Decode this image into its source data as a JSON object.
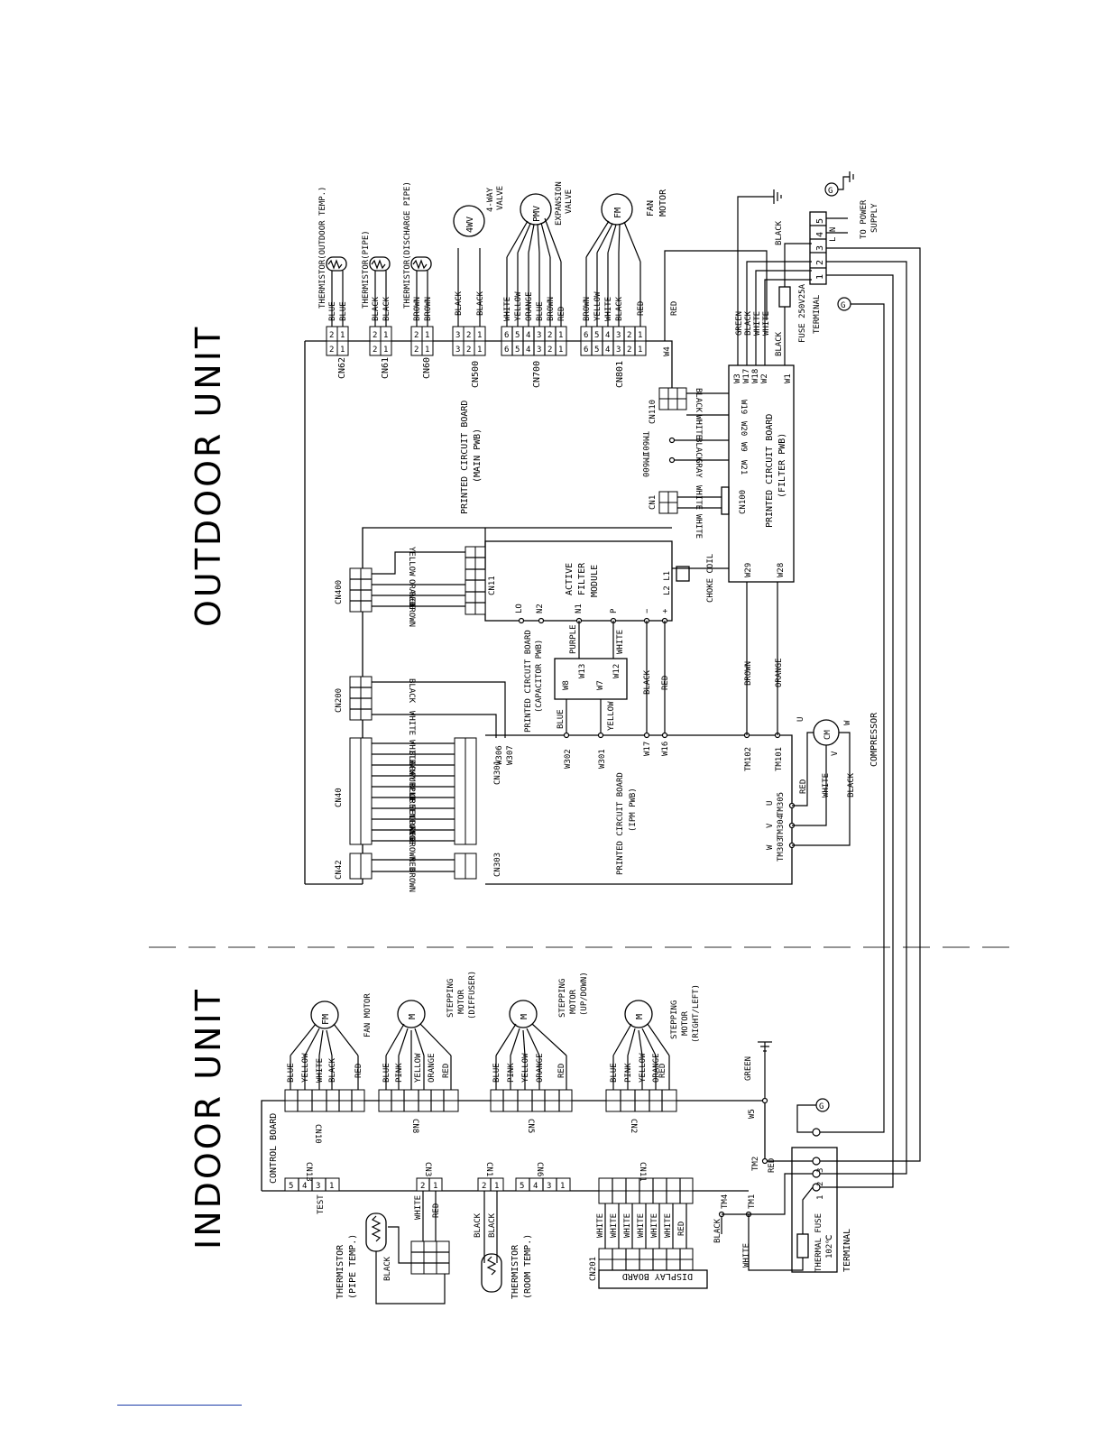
{
  "titles": {
    "outdoor": "OUTDOOR UNIT",
    "indoor": "INDOOR UNIT"
  },
  "boards": {
    "main_a": "PRINTED CIRCUIT BOARD",
    "main_b": "(MAIN PWB)",
    "filter_a": "PRINTED CIRCUIT BOARD",
    "filter_b": "(FILTER PWB)",
    "capacitor_a": "PRINTED CIRCUIT BOARD",
    "capacitor_b": "(CAPACITOR PWB)",
    "ipm_a": "PRINTED CIRCUIT BOARD",
    "ipm_b": "(IPM PWB)",
    "afm_a": "ACTIVE",
    "afm_b": "FILTER",
    "afm_c": "MODULE",
    "control": "CONTROL BOARD",
    "display": "DISPLAY BOARD"
  },
  "components": {
    "th_outdoor": "THERMISTOR(OUTDOOR TEMP.)",
    "th_pipe": "THERMISTOR(PIPE)",
    "th_discharge": "THERMISTOR(DISCHARGE PIPE)",
    "valve_4wv": "4WV",
    "valve_4wv_lbl_a": "4-WAY",
    "valve_4wv_lbl_b": "VALVE",
    "pmv": "PMV",
    "pmv_lbl_a": "EXPANSION",
    "pmv_lbl_b": "VALVE",
    "fm": "FM",
    "fm_lbl_a": "FAN",
    "fm_lbl_b": "MOTOR",
    "fuse": "FUSE 250V25A",
    "terminal": "TERMINAL",
    "power_a": "TO POWER",
    "power_b": "SUPPLY",
    "choke": "CHOKE COIL",
    "cm": "CM",
    "compressor": "COMPRESSOR",
    "in_fm": "FM",
    "in_fm_lbl": "FAN MOTOR",
    "m": "M",
    "sm_diffuser_a": "STEPPING",
    "sm_diffuser_b": "MOTOR",
    "sm_diffuser_c": "(DIFFUSER)",
    "sm_updown_a": "STEPPING",
    "sm_updown_b": "MOTOR",
    "sm_updown_c": "(UP/DOWN)",
    "sm_rl_a": "STEPPING",
    "sm_rl_b": "MOTOR",
    "sm_rl_c": "(RIGHT/LEFT)",
    "th_in_pipe_a": "THERMISTOR",
    "th_in_pipe_b": "(PIPE TEMP.)",
    "th_in_room_a": "THERMISTOR",
    "th_in_room_b": "(ROOM TEMP.)",
    "thermal_fuse_a": "THERMAL FUSE",
    "thermal_fuse_b": "102℃",
    "in_terminal": "TERMINAL",
    "test": "TEST",
    "g": "G",
    "ln": "L N"
  },
  "connectors": {
    "cn62": "CN62",
    "cn61": "CN61",
    "cn60": "CN60",
    "cn500": "CN500",
    "cn700": "CN700",
    "cn801": "CN801",
    "cn110": "CN110",
    "cn1_out": "CN1",
    "cn100": "CN100",
    "cn11_out": "CN11",
    "cn400": "CN400",
    "cn200": "CN200",
    "cn40": "CN40",
    "cn42": "CN42",
    "cn301": "CN301",
    "cn303": "CN303",
    "cn10": "CN10",
    "cn8": "CN8",
    "cn5": "CN5",
    "cn2": "CN2",
    "cn13": "CN13",
    "cn3": "CN3",
    "cn1_in": "CN1",
    "cn6": "CN6",
    "cn11_in": "CN11",
    "cn201": "CN201"
  },
  "terminals": {
    "w1": "W1",
    "w2": "W2",
    "w3": "W3",
    "w17a": "W17",
    "w18": "W18",
    "w19": "W19",
    "w20": "W20",
    "w9": "W9",
    "w21": "W21",
    "w29": "W29",
    "w28": "W28",
    "w4": "W4",
    "tm601": "TM601",
    "tm600": "TM600",
    "w306": "W306",
    "w307": "W307",
    "w302": "W302",
    "w301": "W301",
    "w17": "W17",
    "w16": "W16",
    "tm102": "TM102",
    "tm101": "TM101",
    "tm305": "TM305",
    "tm304": "TM304",
    "tm303": "TM303",
    "w8": "W8",
    "w13": "W13",
    "w7": "W7",
    "w12": "W12",
    "lo": "LO",
    "n2": "N2",
    "n1": "N1",
    "p": "P",
    "minus": "−",
    "plus": "+",
    "l2l1": "L2 L1",
    "u": "U",
    "v": "V",
    "w": "W",
    "u_mark": "U",
    "v_mark": "V",
    "w_mark": "W",
    "w5": "W5",
    "tm2": "TM2",
    "tm4": "TM4",
    "tm1": "TM1"
  },
  "wires": {
    "blue": "BLUE",
    "black": "BLACK",
    "brown": "BROWN",
    "white": "WHITE",
    "yellow": "YELLOW",
    "orange": "ORANGE",
    "red": "RED",
    "green": "GREEN",
    "gray": "GRAY",
    "purple": "PURPLE",
    "pink": "PINK"
  }
}
